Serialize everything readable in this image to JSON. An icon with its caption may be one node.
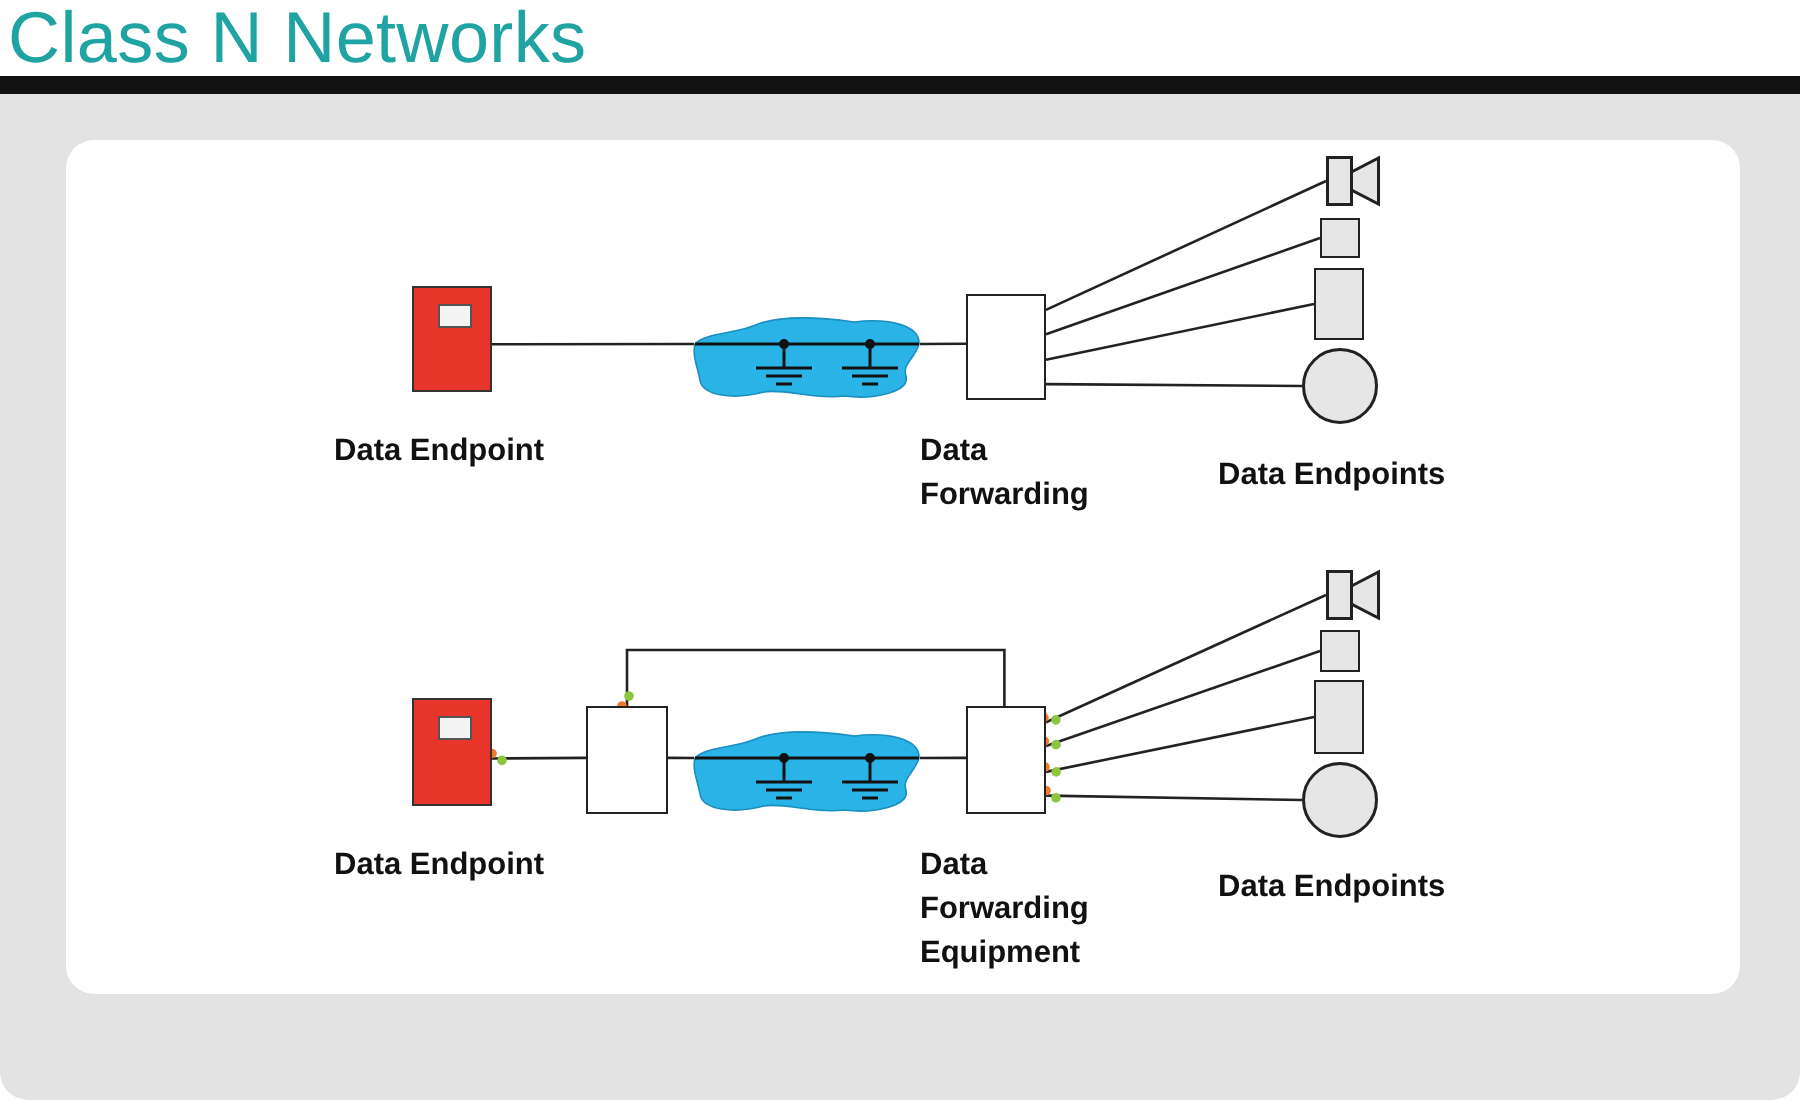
{
  "diagram": {
    "title": "Class N Networks",
    "nodes": [
      {
        "text": [],
        "shape": "panel",
        "beside": [
          "Data Endpoint"
        ]
      },
      {
        "text": [],
        "shape": "cloud"
      },
      {
        "text": [],
        "shape": "box",
        "beside": [
          "Data Forwarding"
        ]
      },
      {
        "text": [],
        "shape": "speaker"
      },
      {
        "text": [],
        "shape": "box"
      },
      {
        "text": [],
        "shape": "box"
      },
      {
        "text": [],
        "shape": "circle"
      },
      {
        "text": [],
        "shape": "panel",
        "beside": [
          "Data Endpoint"
        ]
      },
      {
        "text": [],
        "shape": "box"
      },
      {
        "text": [],
        "shape": "cloud"
      },
      {
        "text": [],
        "shape": "box",
        "beside": [
          "Data Forwarding Equipment"
        ]
      },
      {
        "text": [],
        "shape": "speaker"
      },
      {
        "text": [],
        "shape": "box"
      },
      {
        "text": [],
        "shape": "box"
      },
      {
        "text": [],
        "shape": "circle"
      }
    ],
    "edges": [
      {
        "from": 0,
        "to": 1,
        "arrow": "none"
      },
      {
        "from": 1,
        "to": 2,
        "arrow": "none"
      },
      {
        "from": 2,
        "to": 3,
        "arrow": "none"
      },
      {
        "from": 2,
        "to": 4,
        "arrow": "none"
      },
      {
        "from": 2,
        "to": 5,
        "arrow": "none"
      },
      {
        "from": 2,
        "to": 6,
        "arrow": "none"
      },
      {
        "from": 7,
        "to": 8,
        "arrow": "other"
      },
      {
        "from": 8,
        "to": 9,
        "arrow": "none"
      },
      {
        "from": 9,
        "to": 10,
        "arrow": "none"
      },
      {
        "from": 8,
        "to": 10,
        "arrow": "other"
      },
      {
        "from": 10,
        "to": 11,
        "arrow": "other"
      },
      {
        "from": 10,
        "to": 12,
        "arrow": "other"
      },
      {
        "from": 10,
        "to": 13,
        "arrow": "other"
      },
      {
        "from": 10,
        "to": 14,
        "arrow": "other"
      }
    ],
    "labels": [
      "Data Endpoints",
      "Data Endpoints"
    ]
  }
}
